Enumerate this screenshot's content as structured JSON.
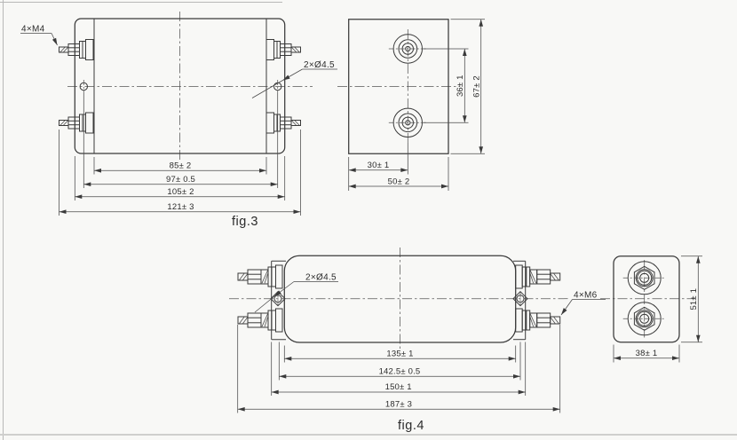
{
  "sheet": {
    "background": "#f8f8f6",
    "line_color": "#3a3a3a"
  },
  "fig3": {
    "caption": "fig.3",
    "callout_studs": "4×M4",
    "callout_holes": "2×Ø4.5",
    "dim_85": "85± 2",
    "dim_97": "97± 0.5",
    "dim_105": "105± 2",
    "dim_121": "121± 3",
    "side_dim_30": "30± 1",
    "side_dim_50": "50± 2",
    "side_dim_36": "36± 1",
    "side_dim_67": "67± 2"
  },
  "fig4": {
    "caption": "fig.4",
    "callout_holes": "2×Ø4.5",
    "callout_studs": "4×M6",
    "dim_135": "135± 1",
    "dim_142": "142.5± 0.5",
    "dim_150": "150± 1",
    "dim_187": "187± 3",
    "side_dim_38": "38± 1",
    "side_dim_51": "51± 1"
  }
}
